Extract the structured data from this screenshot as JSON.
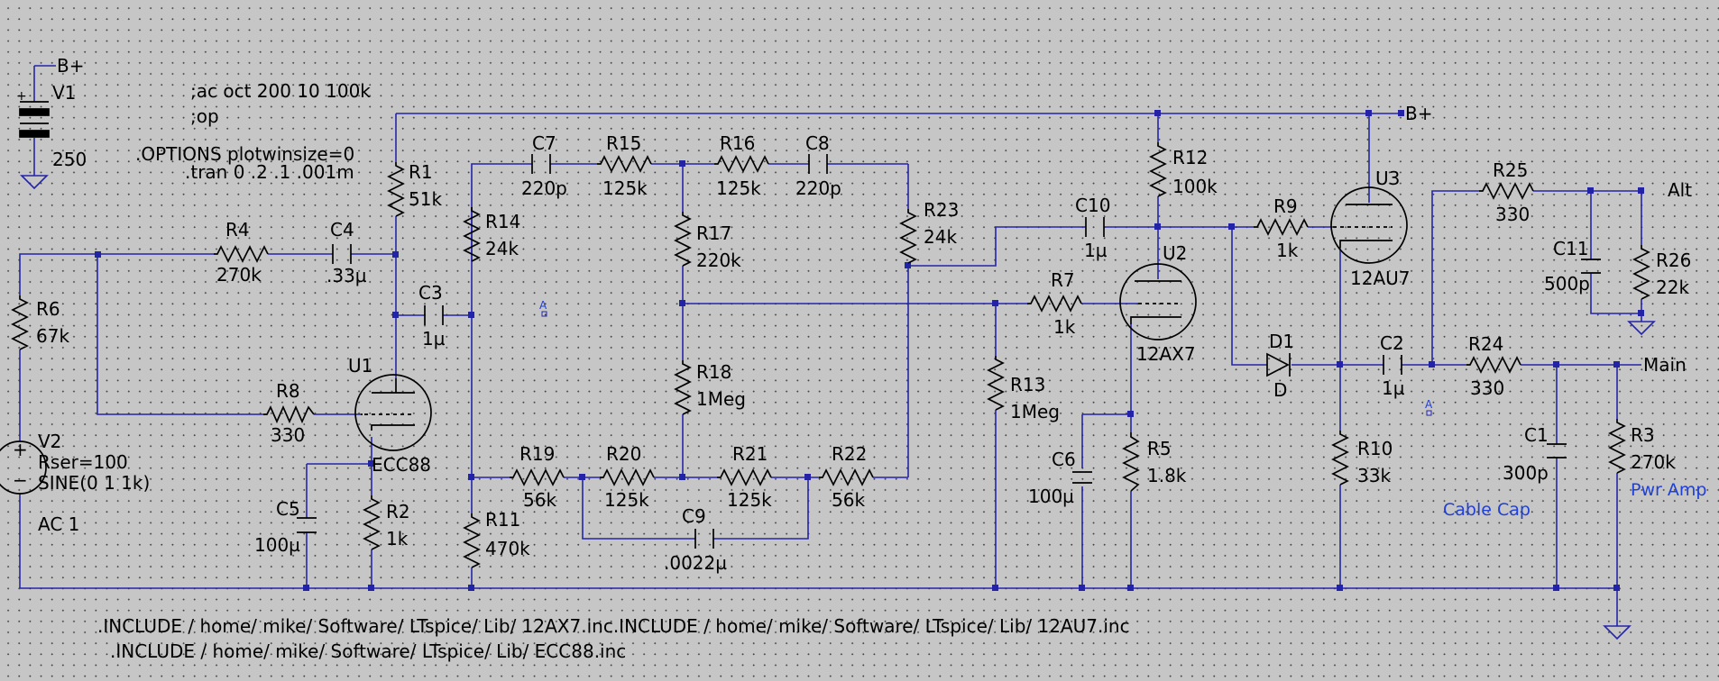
{
  "labels": {
    "bplus_top": "B+",
    "bplus_rail": "B+",
    "alt": "Alt",
    "main": "Main",
    "cable_cap": "Cable Cap",
    "pwr_amp": "Pwr Amp",
    "a_mid": "A",
    "a_right": "A"
  },
  "directives": {
    "ac": ";ac oct 200 10 100k",
    "op": ";op",
    "options": ".OPTIONS plotwinsize=0",
    "tran": ".tran 0 .2 .1 .001m",
    "include1": ".INCLUDE / home/ mike/ Software/ LTspice/ Lib/ 12AX7.inc.INCLUDE / home/ mike/ Software/ LTspice/ Lib/ 12AU7.inc",
    "include2": ".INCLUDE / home/ mike/ Software/ LTspice/ Lib/ ECC88.inc"
  },
  "sources": {
    "v1": {
      "name": "V1",
      "value": "250",
      "plus": "+"
    },
    "v2": {
      "name": "V2",
      "rser": "Rser=100",
      "sine": "SINE(0 1 1k)",
      "ac": "AC 1",
      "plus": "+",
      "minus": "−"
    }
  },
  "tubes": {
    "u1": {
      "name": "U1",
      "model": "ECC88"
    },
    "u2": {
      "name": "U2",
      "model": "12AX7"
    },
    "u3": {
      "name": "U3",
      "model": "12AU7"
    }
  },
  "diode": {
    "name": "D1",
    "model": "D"
  },
  "resistors": {
    "r1": {
      "name": "R1",
      "value": "51k"
    },
    "r2": {
      "name": "R2",
      "value": "1k"
    },
    "r3": {
      "name": "R3",
      "value": "270k"
    },
    "r4": {
      "name": "R4",
      "value": "270k"
    },
    "r5": {
      "name": "R5",
      "value": "1.8k"
    },
    "r6": {
      "name": "R6",
      "value": "67k"
    },
    "r7": {
      "name": "R7",
      "value": "1k"
    },
    "r8": {
      "name": "R8",
      "value": "330"
    },
    "r9": {
      "name": "R9",
      "value": "1k"
    },
    "r10": {
      "name": "R10",
      "value": "33k"
    },
    "r11": {
      "name": "R11",
      "value": "470k"
    },
    "r12": {
      "name": "R12",
      "value": "100k"
    },
    "r13": {
      "name": "R13",
      "value": "1Meg"
    },
    "r14": {
      "name": "R14",
      "value": "24k"
    },
    "r15": {
      "name": "R15",
      "value": "125k"
    },
    "r16": {
      "name": "R16",
      "value": "125k"
    },
    "r17": {
      "name": "R17",
      "value": "220k"
    },
    "r18": {
      "name": "R18",
      "value": "1Meg"
    },
    "r19": {
      "name": "R19",
      "value": "56k"
    },
    "r20": {
      "name": "R20",
      "value": "125k"
    },
    "r21": {
      "name": "R21",
      "value": "125k"
    },
    "r22": {
      "name": "R22",
      "value": "56k"
    },
    "r23": {
      "name": "R23",
      "value": "24k"
    },
    "r24": {
      "name": "R24",
      "value": "330"
    },
    "r25": {
      "name": "R25",
      "value": "330"
    },
    "r26": {
      "name": "R26",
      "value": "22k"
    }
  },
  "capacitors": {
    "c1": {
      "name": "C1",
      "value": "300p"
    },
    "c2": {
      "name": "C2",
      "value": "1µ"
    },
    "c3": {
      "name": "C3",
      "value": "1µ"
    },
    "c4": {
      "name": "C4",
      "value": ".33µ"
    },
    "c5": {
      "name": "C5",
      "value": "100µ"
    },
    "c6": {
      "name": "C6",
      "value": "100µ"
    },
    "c7": {
      "name": "C7",
      "value": "220p"
    },
    "c8": {
      "name": "C8",
      "value": "220p"
    },
    "c9": {
      "name": "C9",
      "value": ".0022µ"
    },
    "c10": {
      "name": "C10",
      "value": "1µ"
    },
    "c11": {
      "name": "C11",
      "value": "500p"
    }
  }
}
